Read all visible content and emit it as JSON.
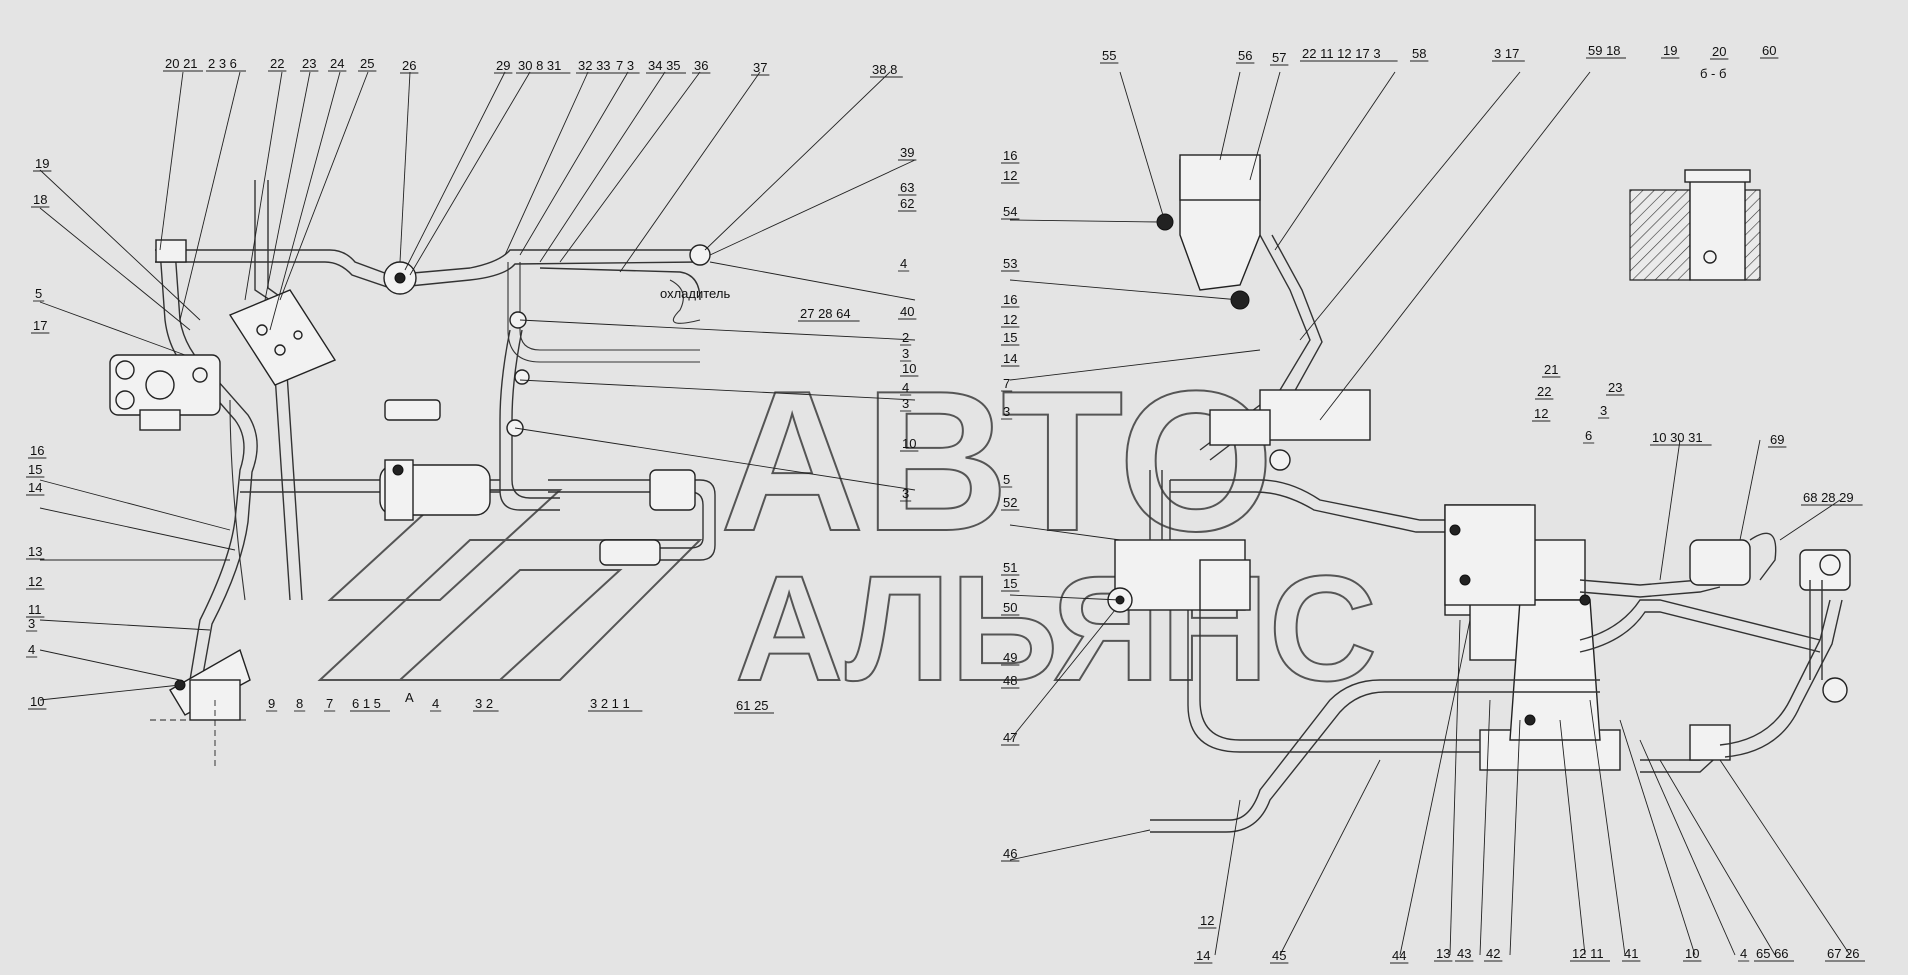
{
  "watermark": {
    "line1": "АВТО",
    "line2": "АЛЬЯНС"
  },
  "annotations": {
    "coolant": "охладитель",
    "section": "б - б",
    "view_a": "А"
  },
  "callouts": [
    {
      "id": "c1",
      "text": "20 21"
    },
    {
      "id": "c2",
      "text": "2 3 6"
    },
    {
      "id": "c3",
      "text": "22"
    },
    {
      "id": "c4",
      "text": "23"
    },
    {
      "id": "c5",
      "text": "24"
    },
    {
      "id": "c6",
      "text": "25"
    },
    {
      "id": "c7",
      "text": "26"
    },
    {
      "id": "c8",
      "text": "29"
    },
    {
      "id": "c9",
      "text": "30 8 31"
    },
    {
      "id": "c10",
      "text": "32 33"
    },
    {
      "id": "c11",
      "text": "7 3"
    },
    {
      "id": "c12",
      "text": "34 35"
    },
    {
      "id": "c13",
      "text": "36"
    },
    {
      "id": "c14",
      "text": "37"
    },
    {
      "id": "c15",
      "text": "38 8"
    },
    {
      "id": "c16",
      "text": "39"
    },
    {
      "id": "c17",
      "text": "63"
    },
    {
      "id": "c18",
      "text": "62"
    },
    {
      "id": "c19",
      "text": "4"
    },
    {
      "id": "c20",
      "text": "40"
    },
    {
      "id": "c21",
      "text": "27 28 64"
    },
    {
      "id": "c22",
      "text": "2"
    },
    {
      "id": "c23",
      "text": "3"
    },
    {
      "id": "c24",
      "text": "10"
    },
    {
      "id": "c25",
      "text": "4"
    },
    {
      "id": "c26",
      "text": "3"
    },
    {
      "id": "c27",
      "text": "10"
    },
    {
      "id": "c28",
      "text": "3"
    },
    {
      "id": "c29",
      "text": "19"
    },
    {
      "id": "c30",
      "text": "18"
    },
    {
      "id": "c31",
      "text": "5"
    },
    {
      "id": "c32",
      "text": "17"
    },
    {
      "id": "c33",
      "text": "16"
    },
    {
      "id": "c34",
      "text": "15"
    },
    {
      "id": "c35",
      "text": "14"
    },
    {
      "id": "c36",
      "text": "13"
    },
    {
      "id": "c37",
      "text": "12"
    },
    {
      "id": "c38",
      "text": "11"
    },
    {
      "id": "c39",
      "text": "3"
    },
    {
      "id": "c40",
      "text": "4"
    },
    {
      "id": "c41",
      "text": "10"
    },
    {
      "id": "c42",
      "text": "9"
    },
    {
      "id": "c43",
      "text": "8"
    },
    {
      "id": "c44",
      "text": "7"
    },
    {
      "id": "c45",
      "text": "6 1 5"
    },
    {
      "id": "c46",
      "text": "4"
    },
    {
      "id": "c47",
      "text": "3 2"
    },
    {
      "id": "c48",
      "text": "3 2 1 1"
    },
    {
      "id": "c49",
      "text": "61 25"
    },
    {
      "id": "c50",
      "text": "55"
    },
    {
      "id": "c51",
      "text": "56"
    },
    {
      "id": "c52",
      "text": "57"
    },
    {
      "id": "c53",
      "text": "22 11 12 17 3"
    },
    {
      "id": "c54",
      "text": "58"
    },
    {
      "id": "c55",
      "text": "3 17"
    },
    {
      "id": "c56",
      "text": "59 18"
    },
    {
      "id": "c57",
      "text": "19"
    },
    {
      "id": "c58",
      "text": "20"
    },
    {
      "id": "c59",
      "text": "60"
    },
    {
      "id": "c60",
      "text": "16"
    },
    {
      "id": "c61",
      "text": "12"
    },
    {
      "id": "c62",
      "text": "54"
    },
    {
      "id": "c63",
      "text": "53"
    },
    {
      "id": "c64",
      "text": "16"
    },
    {
      "id": "c65",
      "text": "12"
    },
    {
      "id": "c66",
      "text": "15"
    },
    {
      "id": "c67",
      "text": "14"
    },
    {
      "id": "c68",
      "text": "7"
    },
    {
      "id": "c69",
      "text": "3"
    },
    {
      "id": "c70",
      "text": "21"
    },
    {
      "id": "c71",
      "text": "22"
    },
    {
      "id": "c72",
      "text": "12"
    },
    {
      "id": "c73",
      "text": "23"
    },
    {
      "id": "c74",
      "text": "3"
    },
    {
      "id": "c75",
      "text": "6"
    },
    {
      "id": "c76",
      "text": "5"
    },
    {
      "id": "c77",
      "text": "52"
    },
    {
      "id": "c78",
      "text": "51"
    },
    {
      "id": "c79",
      "text": "15"
    },
    {
      "id": "c80",
      "text": "50"
    },
    {
      "id": "c81",
      "text": "49"
    },
    {
      "id": "c82",
      "text": "48"
    },
    {
      "id": "c83",
      "text": "47"
    },
    {
      "id": "c84",
      "text": "46"
    },
    {
      "id": "c85",
      "text": "10 30 31"
    },
    {
      "id": "c86",
      "text": "69"
    },
    {
      "id": "c87",
      "text": "68 28 29"
    },
    {
      "id": "c88",
      "text": "12"
    },
    {
      "id": "c89",
      "text": "14"
    },
    {
      "id": "c90",
      "text": "45"
    },
    {
      "id": "c91",
      "text": "44"
    },
    {
      "id": "c92",
      "text": "13"
    },
    {
      "id": "c93",
      "text": "43"
    },
    {
      "id": "c94",
      "text": "42"
    },
    {
      "id": "c95",
      "text": "12 11"
    },
    {
      "id": "c96",
      "text": "41"
    },
    {
      "id": "c97",
      "text": "10"
    },
    {
      "id": "c98",
      "text": "4"
    },
    {
      "id": "c99",
      "text": "65 66"
    },
    {
      "id": "c100",
      "text": "67 26"
    }
  ]
}
